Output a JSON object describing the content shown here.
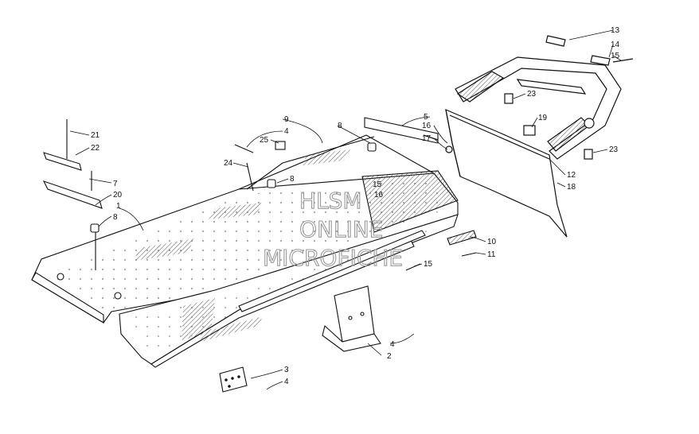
{
  "watermark": {
    "line1": "HLSM",
    "line2": "ONLINE",
    "line3": "MICROFICHE",
    "color": "#9a9a9a"
  },
  "callouts": [
    {
      "id": "c1",
      "label": "1"
    },
    {
      "id": "c2",
      "label": "2"
    },
    {
      "id": "c3",
      "label": "3"
    },
    {
      "id": "c4a",
      "label": "4"
    },
    {
      "id": "c4b",
      "label": "4"
    },
    {
      "id": "c4c",
      "label": "4"
    },
    {
      "id": "c5",
      "label": "5"
    },
    {
      "id": "c7",
      "label": "7"
    },
    {
      "id": "c8a",
      "label": "8"
    },
    {
      "id": "c8b",
      "label": "8"
    },
    {
      "id": "c8c",
      "label": "8"
    },
    {
      "id": "c9",
      "label": "9"
    },
    {
      "id": "c10",
      "label": "10"
    },
    {
      "id": "c11",
      "label": "11"
    },
    {
      "id": "c12",
      "label": "12"
    },
    {
      "id": "c13",
      "label": "13"
    },
    {
      "id": "c14",
      "label": "14"
    },
    {
      "id": "c15a",
      "label": "15"
    },
    {
      "id": "c15b",
      "label": "15"
    },
    {
      "id": "c15c",
      "label": "15"
    },
    {
      "id": "c16a",
      "label": "16"
    },
    {
      "id": "c16b",
      "label": "16"
    },
    {
      "id": "c17",
      "label": "17"
    },
    {
      "id": "c18",
      "label": "18"
    },
    {
      "id": "c19",
      "label": "19"
    },
    {
      "id": "c20",
      "label": "20"
    },
    {
      "id": "c21",
      "label": "21"
    },
    {
      "id": "c22",
      "label": "22"
    },
    {
      "id": "c23a",
      "label": "23"
    },
    {
      "id": "c23b",
      "label": "23"
    },
    {
      "id": "c24",
      "label": "24"
    },
    {
      "id": "c25",
      "label": "25"
    }
  ],
  "colors": {
    "line": "#111111",
    "background": "#ffffff"
  }
}
